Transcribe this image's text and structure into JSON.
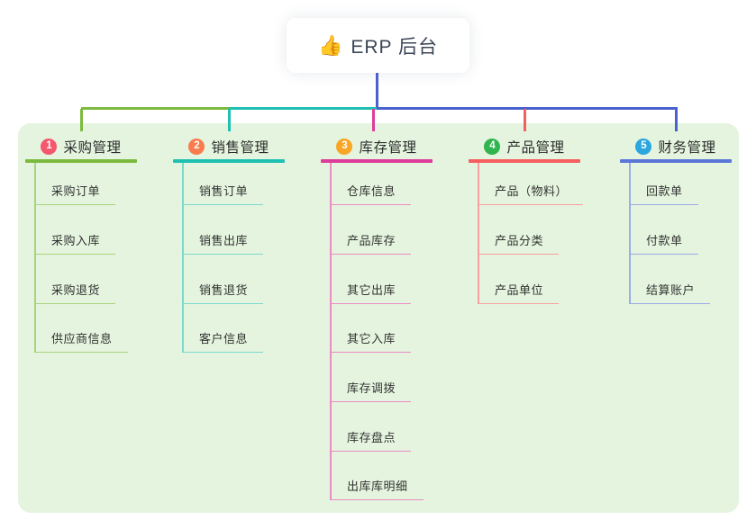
{
  "root": {
    "icon": "👍",
    "label": "ERP 后台"
  },
  "connector": {
    "root_color": "#4a61ce"
  },
  "panel": {
    "background": "#e4f4de"
  },
  "branches": [
    {
      "num": "1",
      "title": "采购管理",
      "badge_color": "#f5586d",
      "line_color": "#7cba3f",
      "line_color_light": "#a9d37d",
      "children": [
        "采购订单",
        "采购入库",
        "采购退货",
        "供应商信息"
      ]
    },
    {
      "num": "2",
      "title": "销售管理",
      "badge_color": "#f87c4d",
      "line_color": "#1fc0b2",
      "line_color_light": "#7cd9cd",
      "children": [
        "销售订单",
        "销售出库",
        "销售退货",
        "客户信息"
      ]
    },
    {
      "num": "3",
      "title": "库存管理",
      "badge_color": "#f9a526",
      "line_color": "#de3c9b",
      "line_color_light": "#ec8cc4",
      "children": [
        "仓库信息",
        "产品库存",
        "其它出库",
        "其它入库",
        "库存调拨",
        "库存盘点",
        "出库库明细"
      ]
    },
    {
      "num": "4",
      "title": "产品管理",
      "badge_color": "#30b44e",
      "line_color": "#f55f5f",
      "line_color_light": "#f9a0a0",
      "children": [
        "产品（物料）",
        "产品分类",
        "产品单位"
      ]
    },
    {
      "num": "5",
      "title": "财务管理",
      "badge_color": "#2ba6df",
      "line_color": "#5b76d6",
      "line_color_light": "#9cace6",
      "children": [
        "回款单",
        "付款单",
        "结算账户"
      ]
    }
  ]
}
